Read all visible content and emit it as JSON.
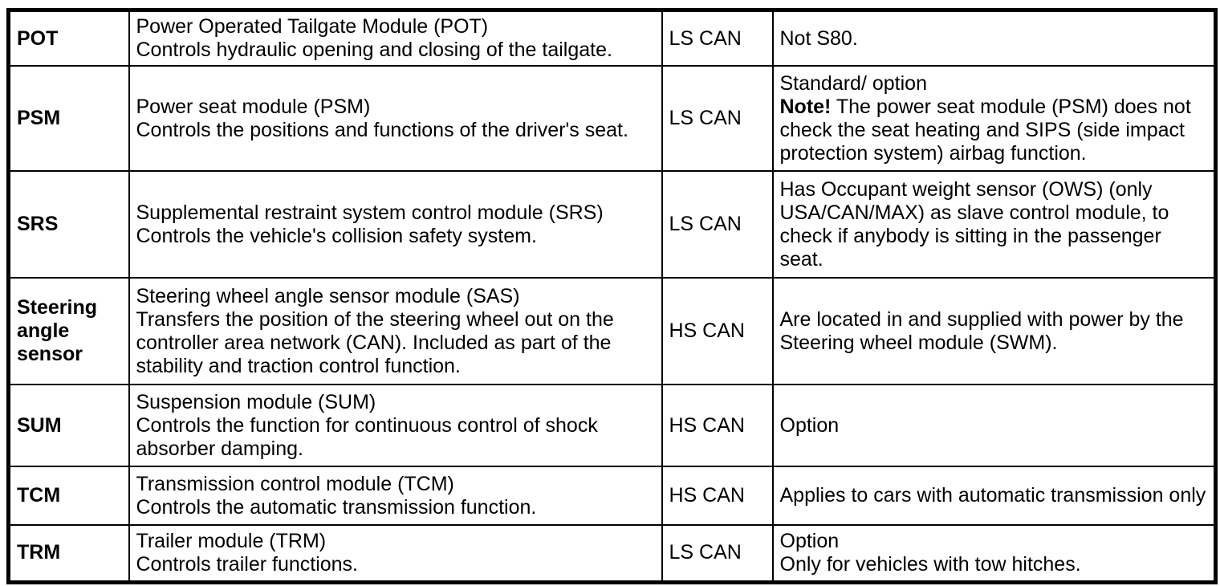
{
  "table": {
    "semantic": "vehicle-control-modules-network-table",
    "columns": [
      "module_abbreviation",
      "module_description",
      "network_type",
      "notes"
    ],
    "network_values": [
      "LS CAN",
      "HS CAN"
    ],
    "rows": [
      {
        "abbr": "POT",
        "desc_title": "Power Operated Tailgate Module (POT)",
        "desc_body": "Controls hydraulic opening and closing of the tailgate.",
        "can": "LS CAN",
        "note": "Not S80."
      },
      {
        "abbr": "PSM",
        "desc_title": "Power seat module (PSM)",
        "desc_body": "Controls the positions and functions of the driver's seat.",
        "can": "LS CAN",
        "note_line1": "Standard/ option",
        "note_bold": "Note!",
        "note_rest": " The power seat module (PSM) does not check the seat heating and SIPS (side impact protection system) airbag function."
      },
      {
        "abbr": "SRS",
        "desc_title": "Supplemental restraint system control module (SRS)",
        "desc_body": "Controls the vehicle's collision safety system.",
        "can": "LS CAN",
        "note": "Has Occupant weight sensor (OWS) (only USA/CAN/MAX) as slave control module, to check if anybody is sitting in the passenger seat."
      },
      {
        "abbr": "Steering angle sensor",
        "desc_title": "Steering wheel angle sensor module (SAS)",
        "desc_body": "Transfers the position of the steering wheel out on the controller area network (CAN). Included as part of the stability and traction control function.",
        "can": "HS CAN",
        "note": "Are located in and supplied with power by the Steering wheel module (SWM)."
      },
      {
        "abbr": "SUM",
        "desc_title": "Suspension module (SUM)",
        "desc_body": "Controls the function for continuous control of shock absorber damping.",
        "can": "HS CAN",
        "note": "Option"
      },
      {
        "abbr": "TCM",
        "desc_title": "Transmission control module (TCM)",
        "desc_body": "Controls the automatic transmission function.",
        "can": "HS CAN",
        "note": "Applies to cars with automatic transmission only"
      },
      {
        "abbr": "TRM",
        "desc_title": "Trailer module (TRM)",
        "desc_body": "Controls trailer functions.",
        "can": "LS CAN",
        "note_line1": "Option",
        "note_line2": "Only for vehicles with tow hitches."
      }
    ]
  }
}
